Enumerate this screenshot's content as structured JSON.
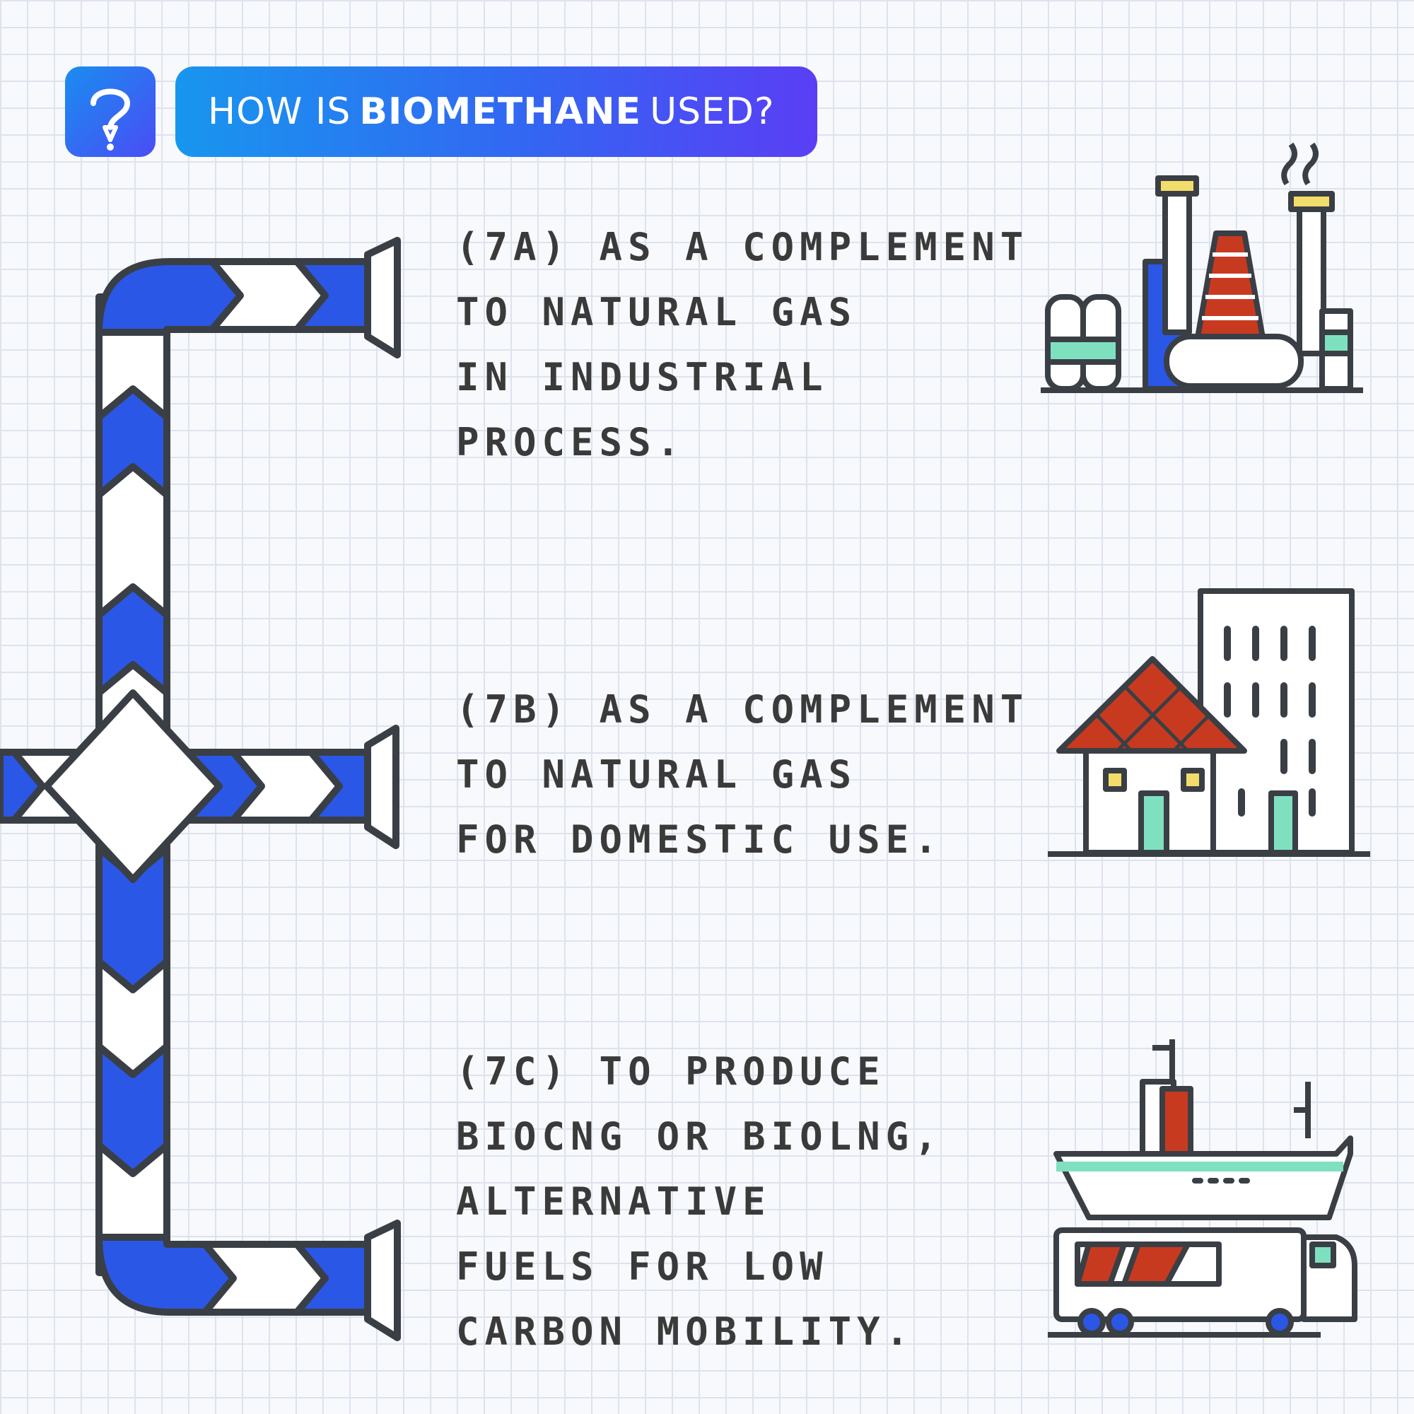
{
  "header": {
    "title_prefix": "HOW IS",
    "title_highlight": "BIOMETHANE",
    "title_suffix": "USED?"
  },
  "uses": [
    {
      "id": "7a",
      "lines": [
        "(7A) AS A COMPLEMENT",
        "TO NATURAL GAS",
        "IN INDUSTRIAL",
        "PROCESS."
      ],
      "illustration": "factory-icon"
    },
    {
      "id": "7b",
      "lines": [
        "(7B) AS A COMPLEMENT",
        "TO NATURAL GAS",
        "FOR DOMESTIC USE."
      ],
      "illustration": "houses-icon"
    },
    {
      "id": "7c",
      "lines": [
        "(7C) TO PRODUCE",
        "BIOCNG OR BIOLNG,",
        "ALTERNATIVE",
        "FUELS FOR LOW",
        "CARBON MOBILITY."
      ],
      "illustration": "ship-truck-icon"
    }
  ],
  "colors": {
    "pipe_blue": "#2b57e6",
    "outline": "#3a3f45",
    "red": "#c83a20",
    "mint": "#7fe0c0",
    "yellow": "#f3dd6a"
  }
}
